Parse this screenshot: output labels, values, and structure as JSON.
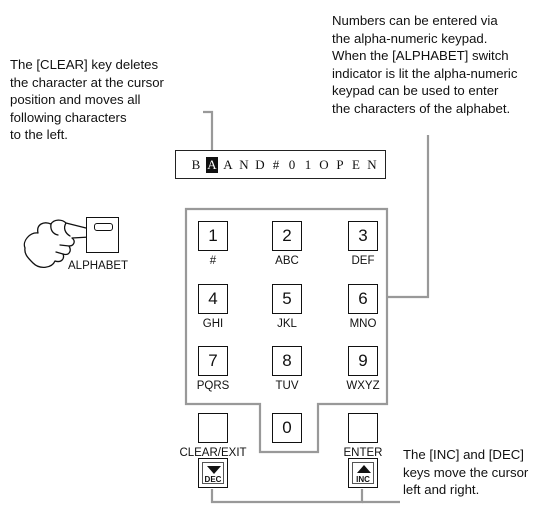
{
  "notes": {
    "clear": [
      "The [CLEAR] key deletes",
      "the character at the cursor",
      "position and moves all",
      "following characters",
      "to the left."
    ],
    "numbers": [
      "Numbers can be entered via",
      "the alpha-numeric keypad.",
      "When the [ALPHABET] switch",
      "indicator is lit the alpha-numeric",
      "keypad can be used to enter",
      "the characters of the alphabet."
    ],
    "incdec": [
      "The [INC] and [DEC]",
      "keys move the cursor",
      "left and right."
    ]
  },
  "display": {
    "chars": [
      "B",
      "A",
      "A",
      "N",
      "D",
      "#",
      "0",
      "1",
      "O",
      "P",
      "E",
      "N"
    ],
    "cursor_index": 1
  },
  "alphabet_label": "ALPHABET",
  "keys": {
    "k1": {
      "num": "1",
      "sub": "#"
    },
    "k2": {
      "num": "2",
      "sub": "ABC"
    },
    "k3": {
      "num": "3",
      "sub": "DEF"
    },
    "k4": {
      "num": "4",
      "sub": "GHI"
    },
    "k5": {
      "num": "5",
      "sub": "JKL"
    },
    "k6": {
      "num": "6",
      "sub": "MNO"
    },
    "k7": {
      "num": "7",
      "sub": "PQRS"
    },
    "k8": {
      "num": "8",
      "sub": "TUV"
    },
    "k9": {
      "num": "9",
      "sub": "WXYZ"
    },
    "k0": {
      "num": "0"
    },
    "clear_label": "CLEAR/EXIT",
    "enter_label": "ENTER",
    "dec_label": "DEC",
    "inc_label": "INC"
  }
}
